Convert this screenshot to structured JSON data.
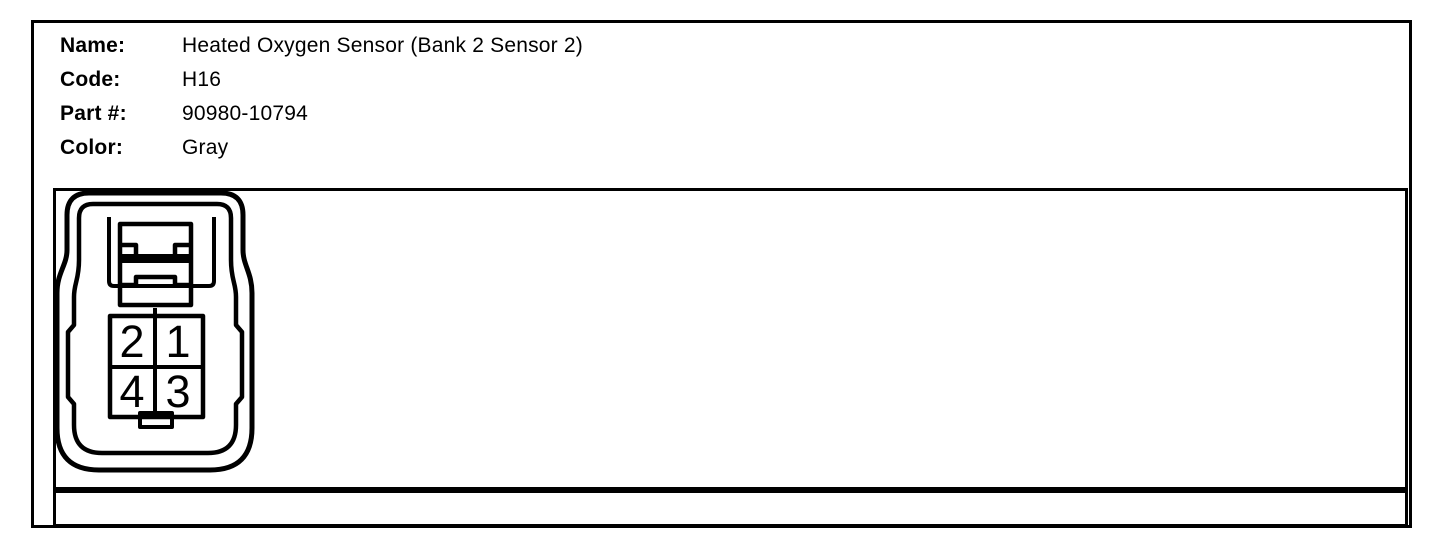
{
  "page": {
    "background_color": "#ffffff",
    "line_color": "#000000"
  },
  "header": {
    "fields": [
      {
        "label": "Name:",
        "value": "Heated Oxygen Sensor (Bank 2 Sensor 2)"
      },
      {
        "label": "Code:",
        "value": "H16"
      },
      {
        "label": "Part #:",
        "value": "90980-10794"
      },
      {
        "label": "Color:",
        "value": "Gray"
      }
    ]
  },
  "connector_diagram": {
    "description": "4-pin connector face view, 2x2 cavity grid with bottom keying notch and top lock tab",
    "pins": [
      {
        "number": "2",
        "position": "top-left"
      },
      {
        "number": "1",
        "position": "top-right"
      },
      {
        "number": "4",
        "position": "bottom-left"
      },
      {
        "number": "3",
        "position": "bottom-right"
      }
    ]
  },
  "bottom_row": {
    "content": ""
  }
}
